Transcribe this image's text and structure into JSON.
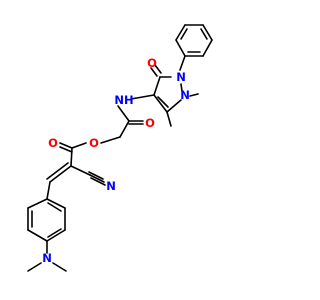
{
  "atoms": {
    "o_ketone": "O",
    "n_pyrazole_1": "N",
    "n_pyrazole_2": "N",
    "n_amide": "NH",
    "o_amide": "O",
    "o_ester_bridge": "O",
    "o_ester_carbonyl": "O",
    "n_nitrile": "N",
    "n_dimethylamino": "N"
  },
  "colors": {
    "bond": "#000000",
    "oxygen": "#ff0000",
    "nitrogen": "#0000ff"
  }
}
